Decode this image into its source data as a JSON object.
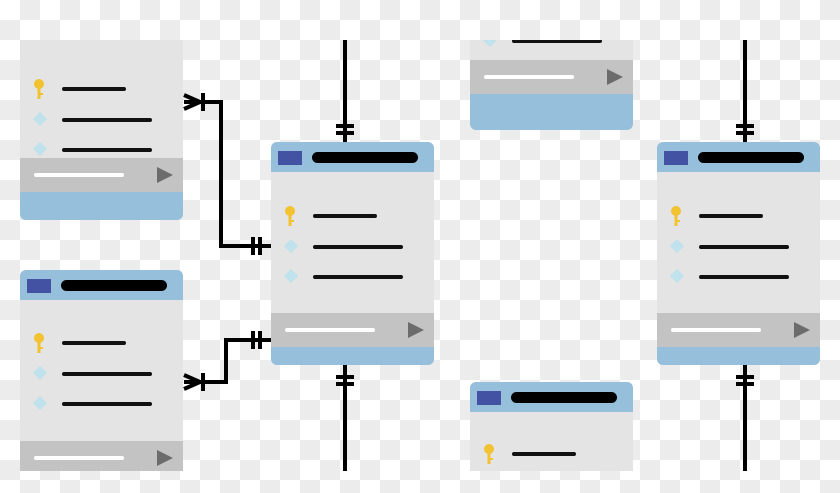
{
  "diagram": {
    "type": "entity-relationship",
    "colors": {
      "header": "#96bfdb",
      "header_icon": "#4452a3",
      "body": "#e4e4e4",
      "footer": "#c3c3c3",
      "primary_key_icon": "#f2c230",
      "field_icon": "#bfe2ec",
      "connector": "#000000"
    },
    "icons": [
      "key-icon",
      "diamond-icon",
      "play-triangle-icon"
    ],
    "relationships": [
      {
        "from": "table-left-top",
        "to": "table-center",
        "from_end": "one-and-many",
        "to_end": "one-and-only-one"
      },
      {
        "from": "table-left-bottom",
        "to": "table-center",
        "from_end": "one-and-many",
        "to_end": "one-and-only-one"
      },
      {
        "from": "table-center",
        "to": "offscreen-top",
        "to_end": "one-and-only-one"
      },
      {
        "from": "table-center",
        "to": "offscreen-bottom",
        "to_end": "one-and-only-one"
      },
      {
        "from": "table-right",
        "to": "offscreen-top",
        "to_end": "one-and-only-one"
      },
      {
        "from": "table-right",
        "to": "offscreen-bottom",
        "to_end": "one-and-only-one"
      }
    ]
  }
}
